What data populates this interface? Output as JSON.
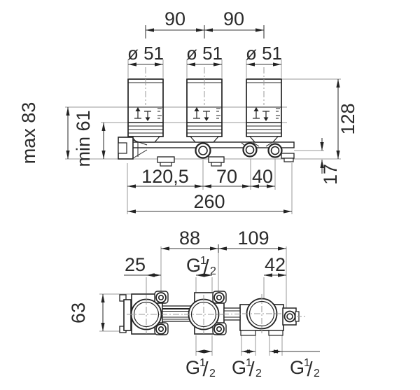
{
  "drawing": {
    "front_view": {
      "pitch_left": "90",
      "pitch_right": "90",
      "diameter_1": "ø 51",
      "diameter_2": "ø 51",
      "diameter_3": "ø 51",
      "max_depth": "max 83",
      "min_depth": "min 61",
      "overall_height": "128",
      "foot_offset": "17",
      "len_left": "120,5",
      "len_mid": "70",
      "len_right": "40",
      "overall_width": "260"
    },
    "plan_view": {
      "span_left": "88",
      "span_right": "109",
      "offset_left": "25",
      "offset_right": "42",
      "body_depth": "63"
    },
    "thread": {
      "letter": "G",
      "numerator": "1",
      "fraction_slash": "/",
      "denominator": "2"
    },
    "colors": {
      "line": "#232323",
      "extension": "#999999",
      "background": "#ffffff"
    }
  }
}
